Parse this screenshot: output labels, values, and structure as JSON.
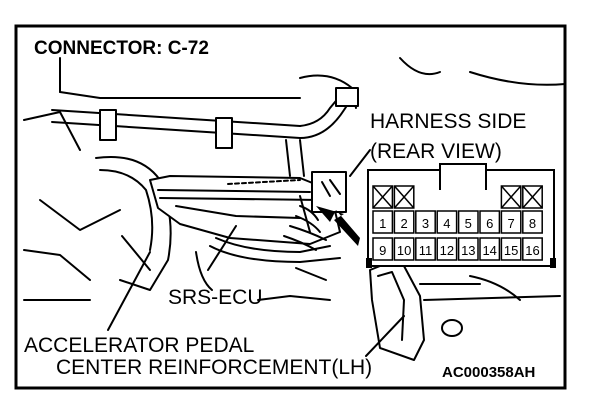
{
  "title": "CONNECTOR: C-72",
  "view_line1": "HARNESS SIDE",
  "view_line2": "(REAR VIEW)",
  "connector": {
    "top_row": [
      "X",
      "X",
      "",
      "",
      "",
      "",
      "X",
      "X"
    ],
    "row1": [
      "1",
      "2",
      "3",
      "4",
      "5",
      "6",
      "7",
      "8"
    ],
    "row2": [
      "9",
      "10",
      "11",
      "12",
      "13",
      "14",
      "15",
      "16"
    ]
  },
  "labels": {
    "ecu": "SRS-ECU",
    "pedal": "ACCELERATOR PEDAL",
    "reinforcement": "CENTER REINFORCEMENT(LH)",
    "code": "AC000358AH"
  }
}
